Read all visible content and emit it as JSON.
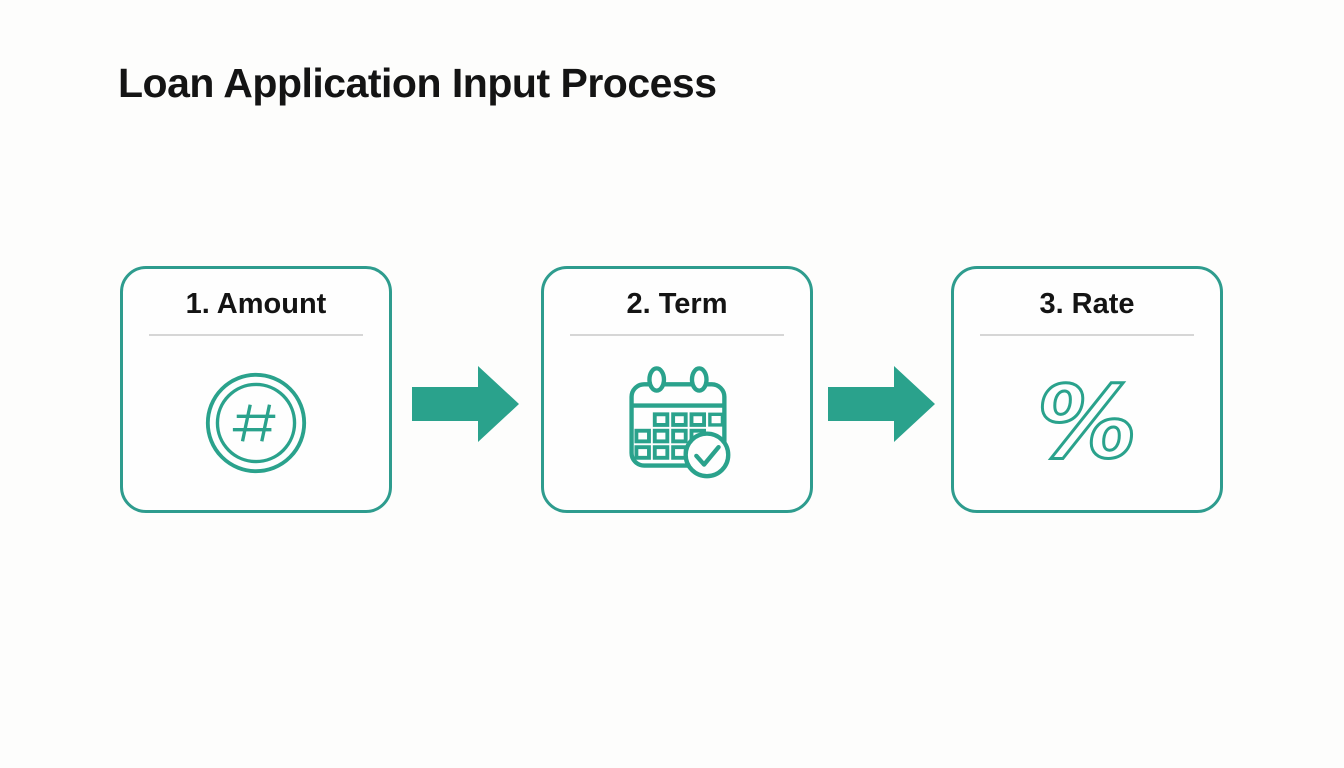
{
  "page": {
    "title": "Loan Application Input Process"
  },
  "colors": {
    "accent": "#2aa28c",
    "card_border": "#2e9c8e",
    "divider": "#d6d6d6",
    "text": "#141414",
    "background": "#fdfdfc"
  },
  "steps": [
    {
      "label": "1. Amount",
      "icon": "number-circle-icon"
    },
    {
      "label": "2. Term",
      "icon": "calendar-check-icon"
    },
    {
      "label": "3. Rate",
      "icon": "percent-icon"
    }
  ],
  "connectors": [
    {
      "icon": "arrow-right-icon"
    },
    {
      "icon": "arrow-right-icon"
    }
  ],
  "glyphs": {
    "percent": "%"
  }
}
